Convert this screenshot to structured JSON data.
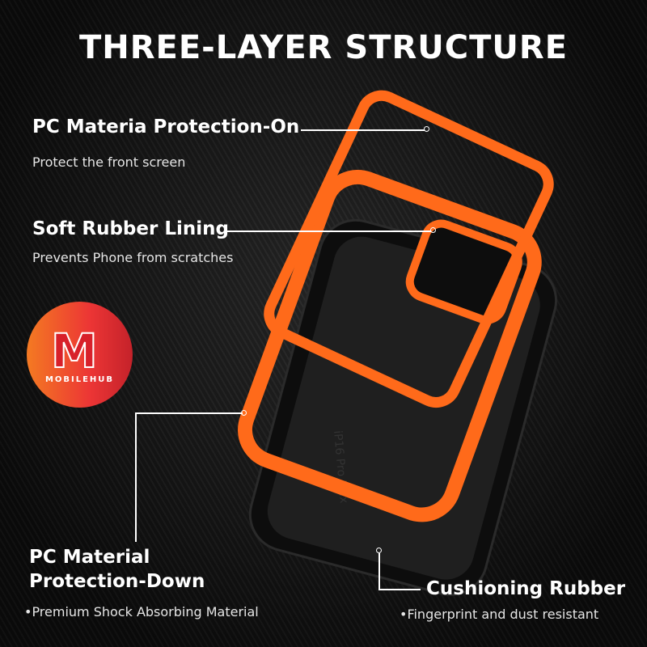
{
  "title": "THREE-LAYER STRUCTURE",
  "labels": [
    {
      "title": "PC Materia Protection-On",
      "desc": "Protect the front screen"
    },
    {
      "title": "Soft Rubber Lining",
      "desc": "Prevents Phone from scratches"
    },
    {
      "title": "PC Material\nProtection-Down",
      "desc": "•Premium Shock Absorbing Material"
    },
    {
      "title": "Cushioning Rubber",
      "desc": "•Fingerprint and dust resistant"
    }
  ],
  "logo": {
    "text": "MOBILEHUB",
    "letter": "M"
  },
  "product": {
    "emboss": "iP16 Pro Max",
    "colors": {
      "frame": "#ff6a1a",
      "case": "#141414"
    }
  }
}
